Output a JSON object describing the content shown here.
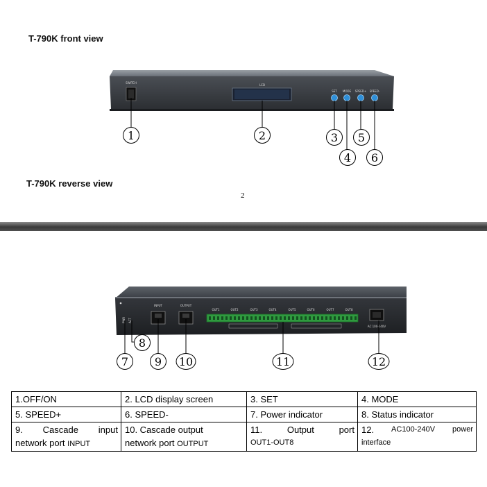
{
  "front_heading": "T-790K front view",
  "reverse_heading": "T-790K reverse view",
  "page_number": "2",
  "front_panel": {
    "switch_label": "SWITCH",
    "lcd_label": "LCD",
    "button_labels": [
      "SET",
      "MODE",
      "SPEED+",
      "SPEED-"
    ]
  },
  "rear_panel": {
    "input_label": "INPUT",
    "output_label": "OUTPUT",
    "port_labels": [
      "OUT1",
      "OUT2",
      "OUT3",
      "OUT4",
      "OUT5",
      "OUT6",
      "OUT7",
      "OUT8"
    ],
    "power_label": "AC 100-240V",
    "led_labels": [
      "PWR",
      "ACT"
    ]
  },
  "callouts_front": [
    "1",
    "2",
    "3",
    "4",
    "5",
    "6"
  ],
  "callouts_rear": [
    "7",
    "8",
    "9",
    "10",
    "11",
    "12"
  ],
  "legend": {
    "r1": [
      "1.OFF/ON",
      "2.  LCD display screen",
      "3.  SET",
      "4.  MODE"
    ],
    "r2": [
      "5.  SPEED+",
      "6. SPEED-",
      "7. Power indicator",
      "8. Status indicator"
    ],
    "c9": {
      "num": "9.",
      "w1": "Cascade",
      "w2": "input",
      "line2": "network port ",
      "small": "INPUT"
    },
    "c10": {
      "line1": "10. Cascade output",
      "line2": "network port ",
      "small": "OUTPUT"
    },
    "c11": {
      "num": "11.",
      "w1": "Output",
      "w2": "port",
      "line2": "OUT1-OUT8"
    },
    "c12": {
      "num": "12.",
      "w1": "AC100-240V",
      "w2": "power",
      "line2": "interface"
    }
  }
}
